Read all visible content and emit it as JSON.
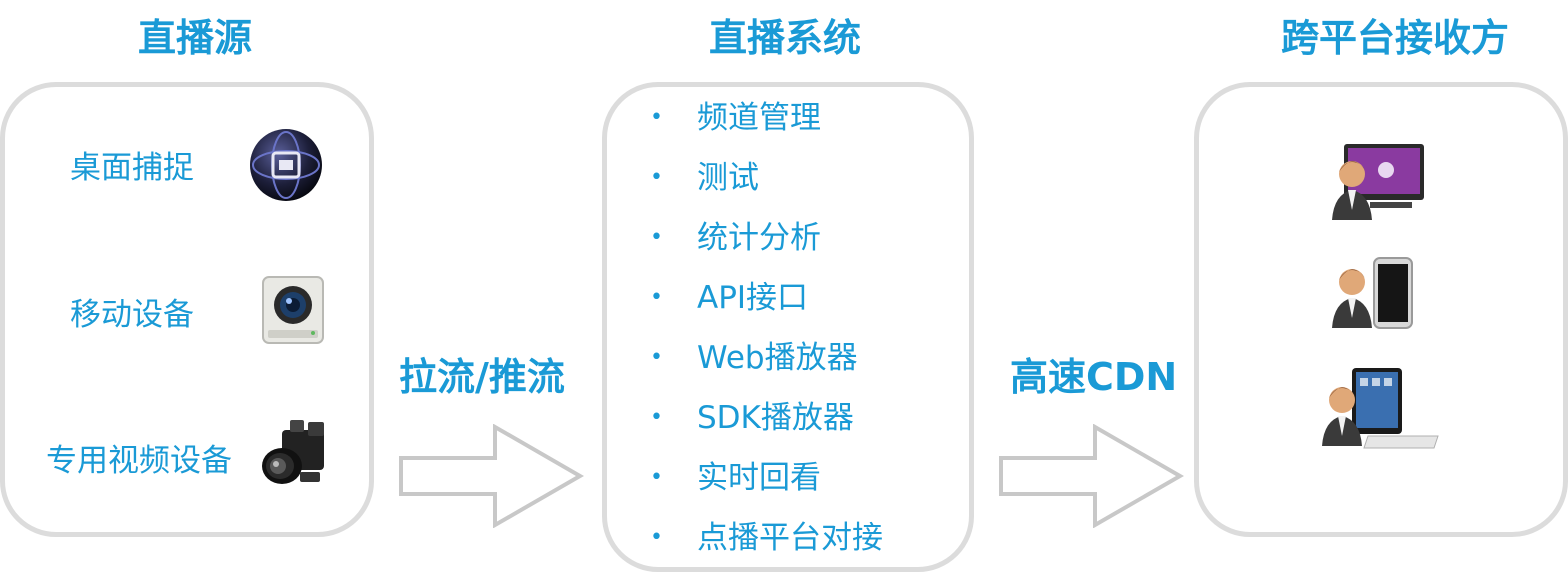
{
  "columns": {
    "source": {
      "title": "直播源",
      "items": [
        {
          "label": "桌面捕捉",
          "icon": "desktop-capture-icon"
        },
        {
          "label": "移动设备",
          "icon": "mobile-camera-icon"
        },
        {
          "label": "专用视频设备",
          "icon": "video-camera-icon"
        }
      ]
    },
    "system": {
      "title": "直播系统",
      "features": [
        "频道管理",
        "测试",
        "统计分析",
        "API接口",
        "Web播放器",
        "SDK播放器",
        "实时回看",
        "点播平台对接"
      ]
    },
    "receivers": {
      "title": "跨平台接收方",
      "items": [
        {
          "icon": "user-desktop-icon"
        },
        {
          "icon": "user-phone-icon"
        },
        {
          "icon": "user-tablet-icon"
        }
      ]
    }
  },
  "arrows": {
    "left_label": "拉流/推流",
    "right_label": "高速CDN"
  },
  "colors": {
    "accent": "#1a9ad6",
    "box_border": "#dcdcdc",
    "arrow_stroke": "#c8c8c8"
  }
}
